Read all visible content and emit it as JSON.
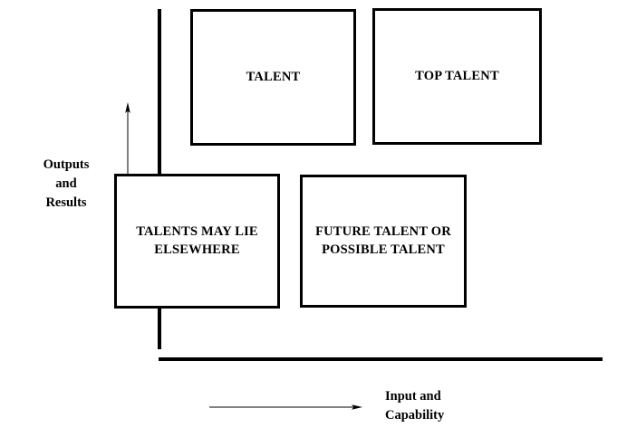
{
  "diagram": {
    "type": "2x2-matrix",
    "title": "",
    "axes": {
      "y": {
        "label": "Outputs\nand\nResults",
        "label_lines": [
          "Outputs",
          "and",
          "Results"
        ],
        "direction": "up",
        "arrow_icon": "arrow-up-icon"
      },
      "x": {
        "label": "Input and\nCapability",
        "label_lines": [
          "Input and",
          "Capability"
        ],
        "direction": "right",
        "arrow_icon": "arrow-right-icon"
      }
    },
    "quadrants": [
      {
        "id": "talent",
        "label": "TALENT",
        "position": "top-left",
        "x_level": "low",
        "y_level": "high"
      },
      {
        "id": "top-talent",
        "label": "TOP TALENT",
        "position": "top-right",
        "x_level": "high",
        "y_level": "high"
      },
      {
        "id": "talents-may-lie-elsewhere",
        "label": "TALENTS MAY LIE\nELSEWHERE",
        "position": "bottom-left",
        "x_level": "low",
        "y_level": "low"
      },
      {
        "id": "future-talent-or-possible-talent",
        "label": "FUTURE TALENT OR\nPOSSIBLE TALENT",
        "position": "bottom-right",
        "x_level": "high",
        "y_level": "low"
      }
    ],
    "colors": {
      "background": "#ffffff",
      "stroke": "#000000",
      "text": "#000000"
    }
  }
}
